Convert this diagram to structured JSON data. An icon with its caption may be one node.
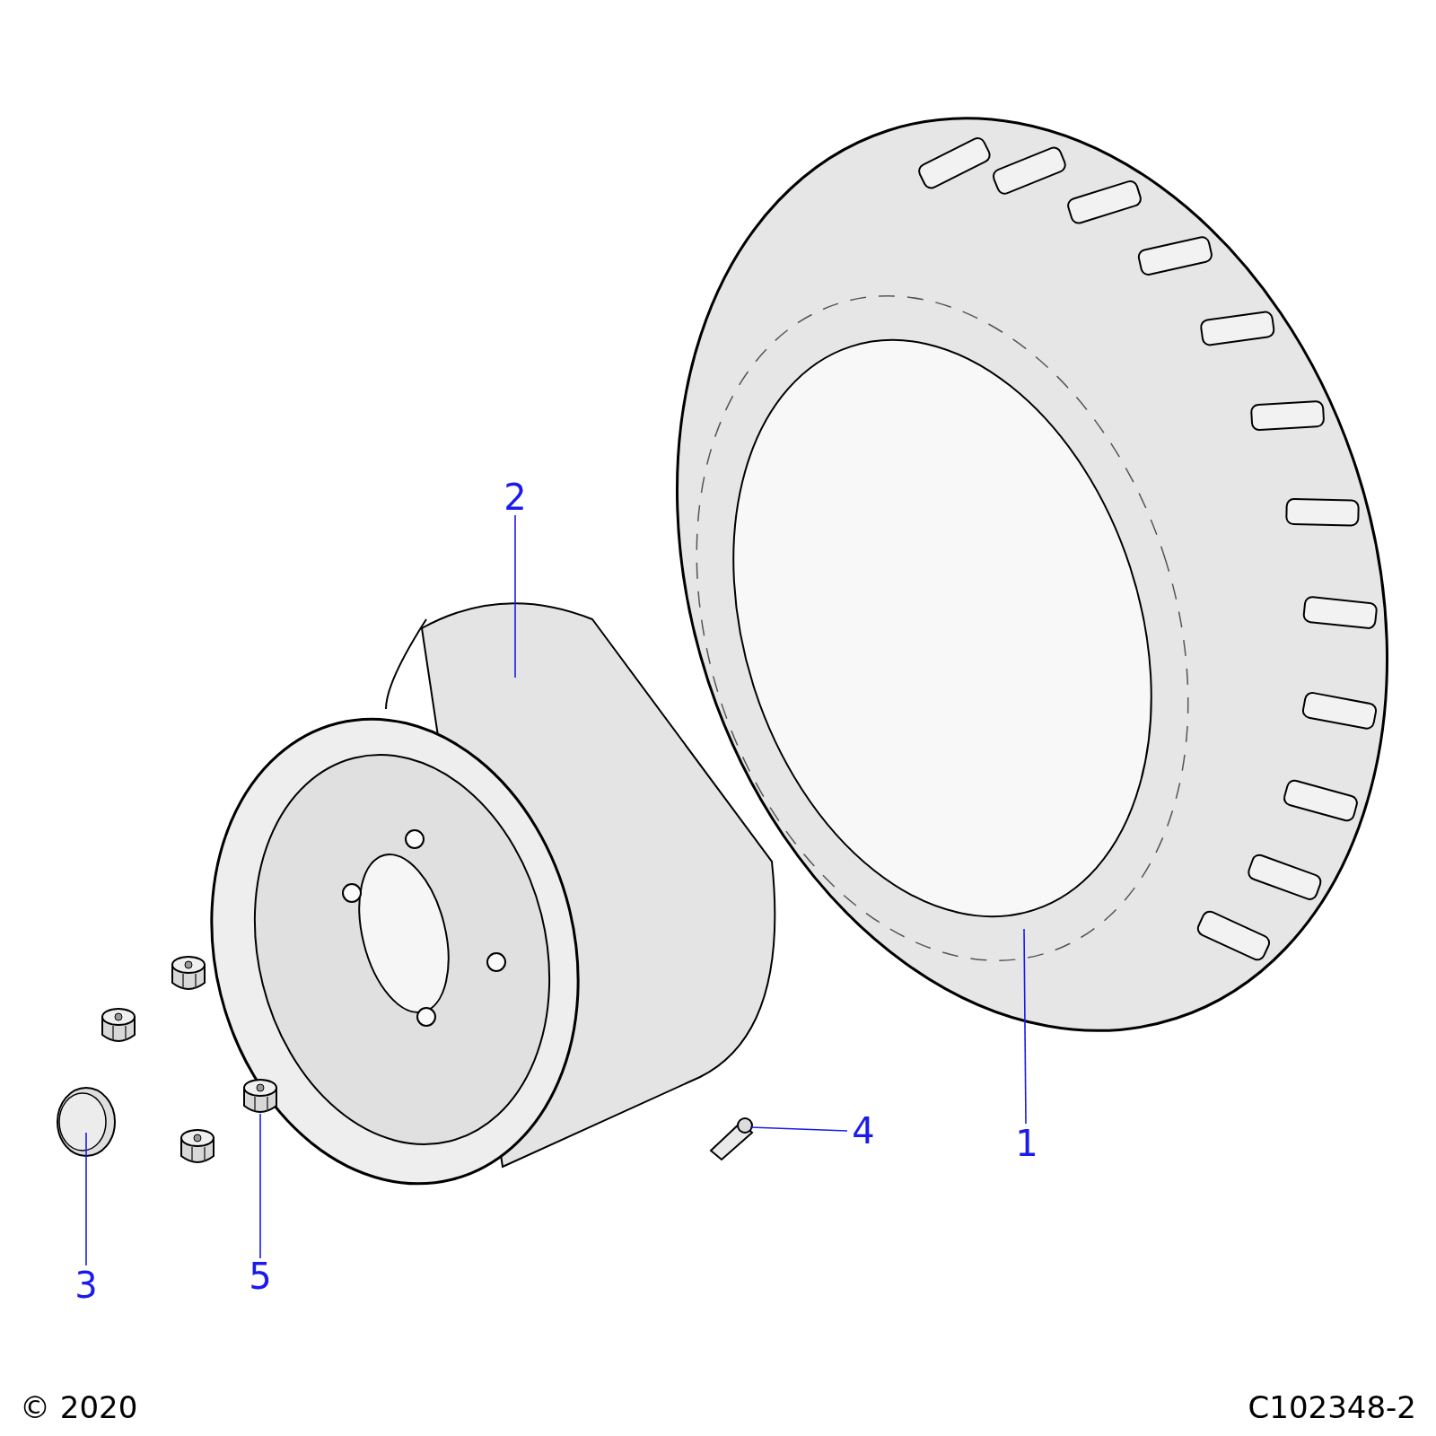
{
  "diagram": {
    "nodes": [
      {
        "text": [
          "2"
        ]
      },
      {
        "text": [
          "1"
        ]
      },
      {
        "text": [
          "4"
        ]
      },
      {
        "text": [
          "3"
        ]
      },
      {
        "text": [
          "5"
        ]
      },
      {
        "text": [],
        "shape": "picture"
      },
      {
        "text": [],
        "shape": "picture"
      },
      {
        "text": [],
        "shape": "picture"
      },
      {
        "text": [],
        "shape": "picture"
      },
      {
        "text": [],
        "shape": "picture"
      }
    ],
    "edges": [
      {
        "from": 0,
        "to": 5,
        "arrow": "none"
      },
      {
        "from": 1,
        "to": 6,
        "arrow": "none"
      },
      {
        "from": 2,
        "to": 7,
        "arrow": "none"
      },
      {
        "from": 3,
        "to": 8,
        "arrow": "none"
      },
      {
        "from": 4,
        "to": 9,
        "arrow": "none"
      }
    ],
    "labels": [
      "© 2020",
      "C102348-2"
    ]
  }
}
